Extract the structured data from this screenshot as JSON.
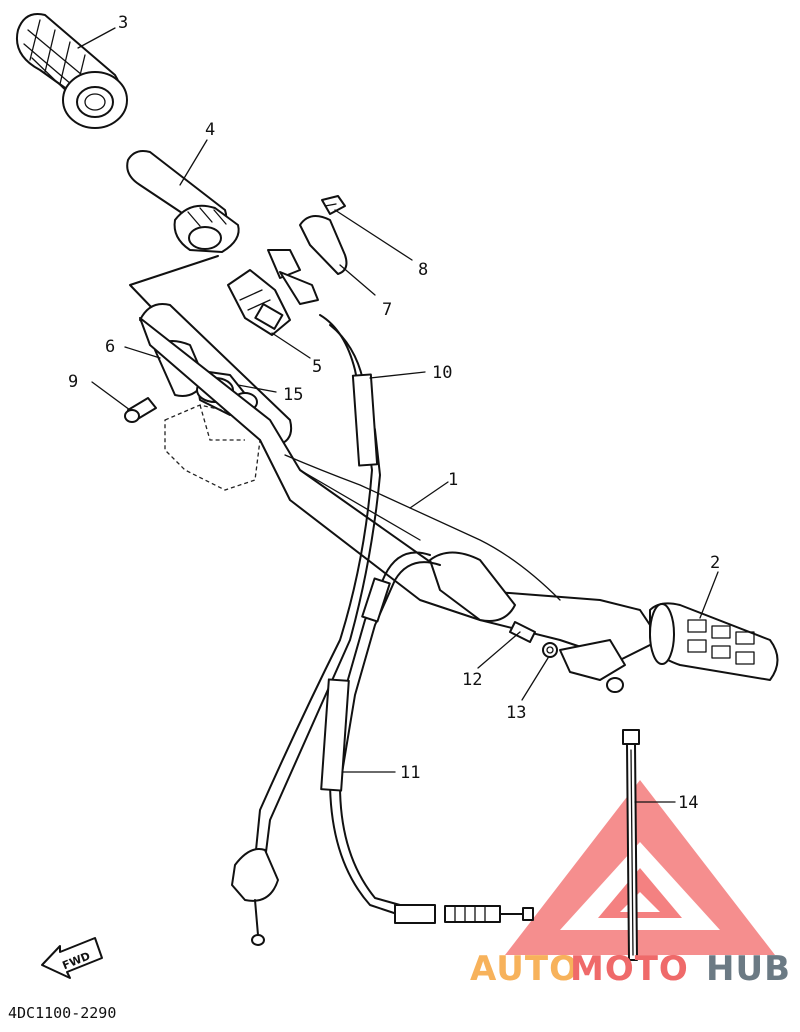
{
  "diagram": {
    "part_code": "4DC1100-2290",
    "fwd_label": "FWD",
    "callouts": {
      "c1": "1",
      "c2": "2",
      "c3": "3",
      "c4": "4",
      "c5": "5",
      "c6": "6",
      "c7": "7",
      "c8": "8",
      "c9": "9",
      "c10": "10",
      "c11": "11",
      "c12": "12",
      "c13": "13",
      "c14": "14",
      "c15": "15"
    }
  },
  "watermark": {
    "auto": "AUTO",
    "moto": "MOTO",
    "hub": "HUB",
    "colors": {
      "auto": "#f7b25b",
      "moto": "#ef6a6a",
      "hub": "#6b7a84",
      "triangle": "#f26b6b"
    }
  }
}
